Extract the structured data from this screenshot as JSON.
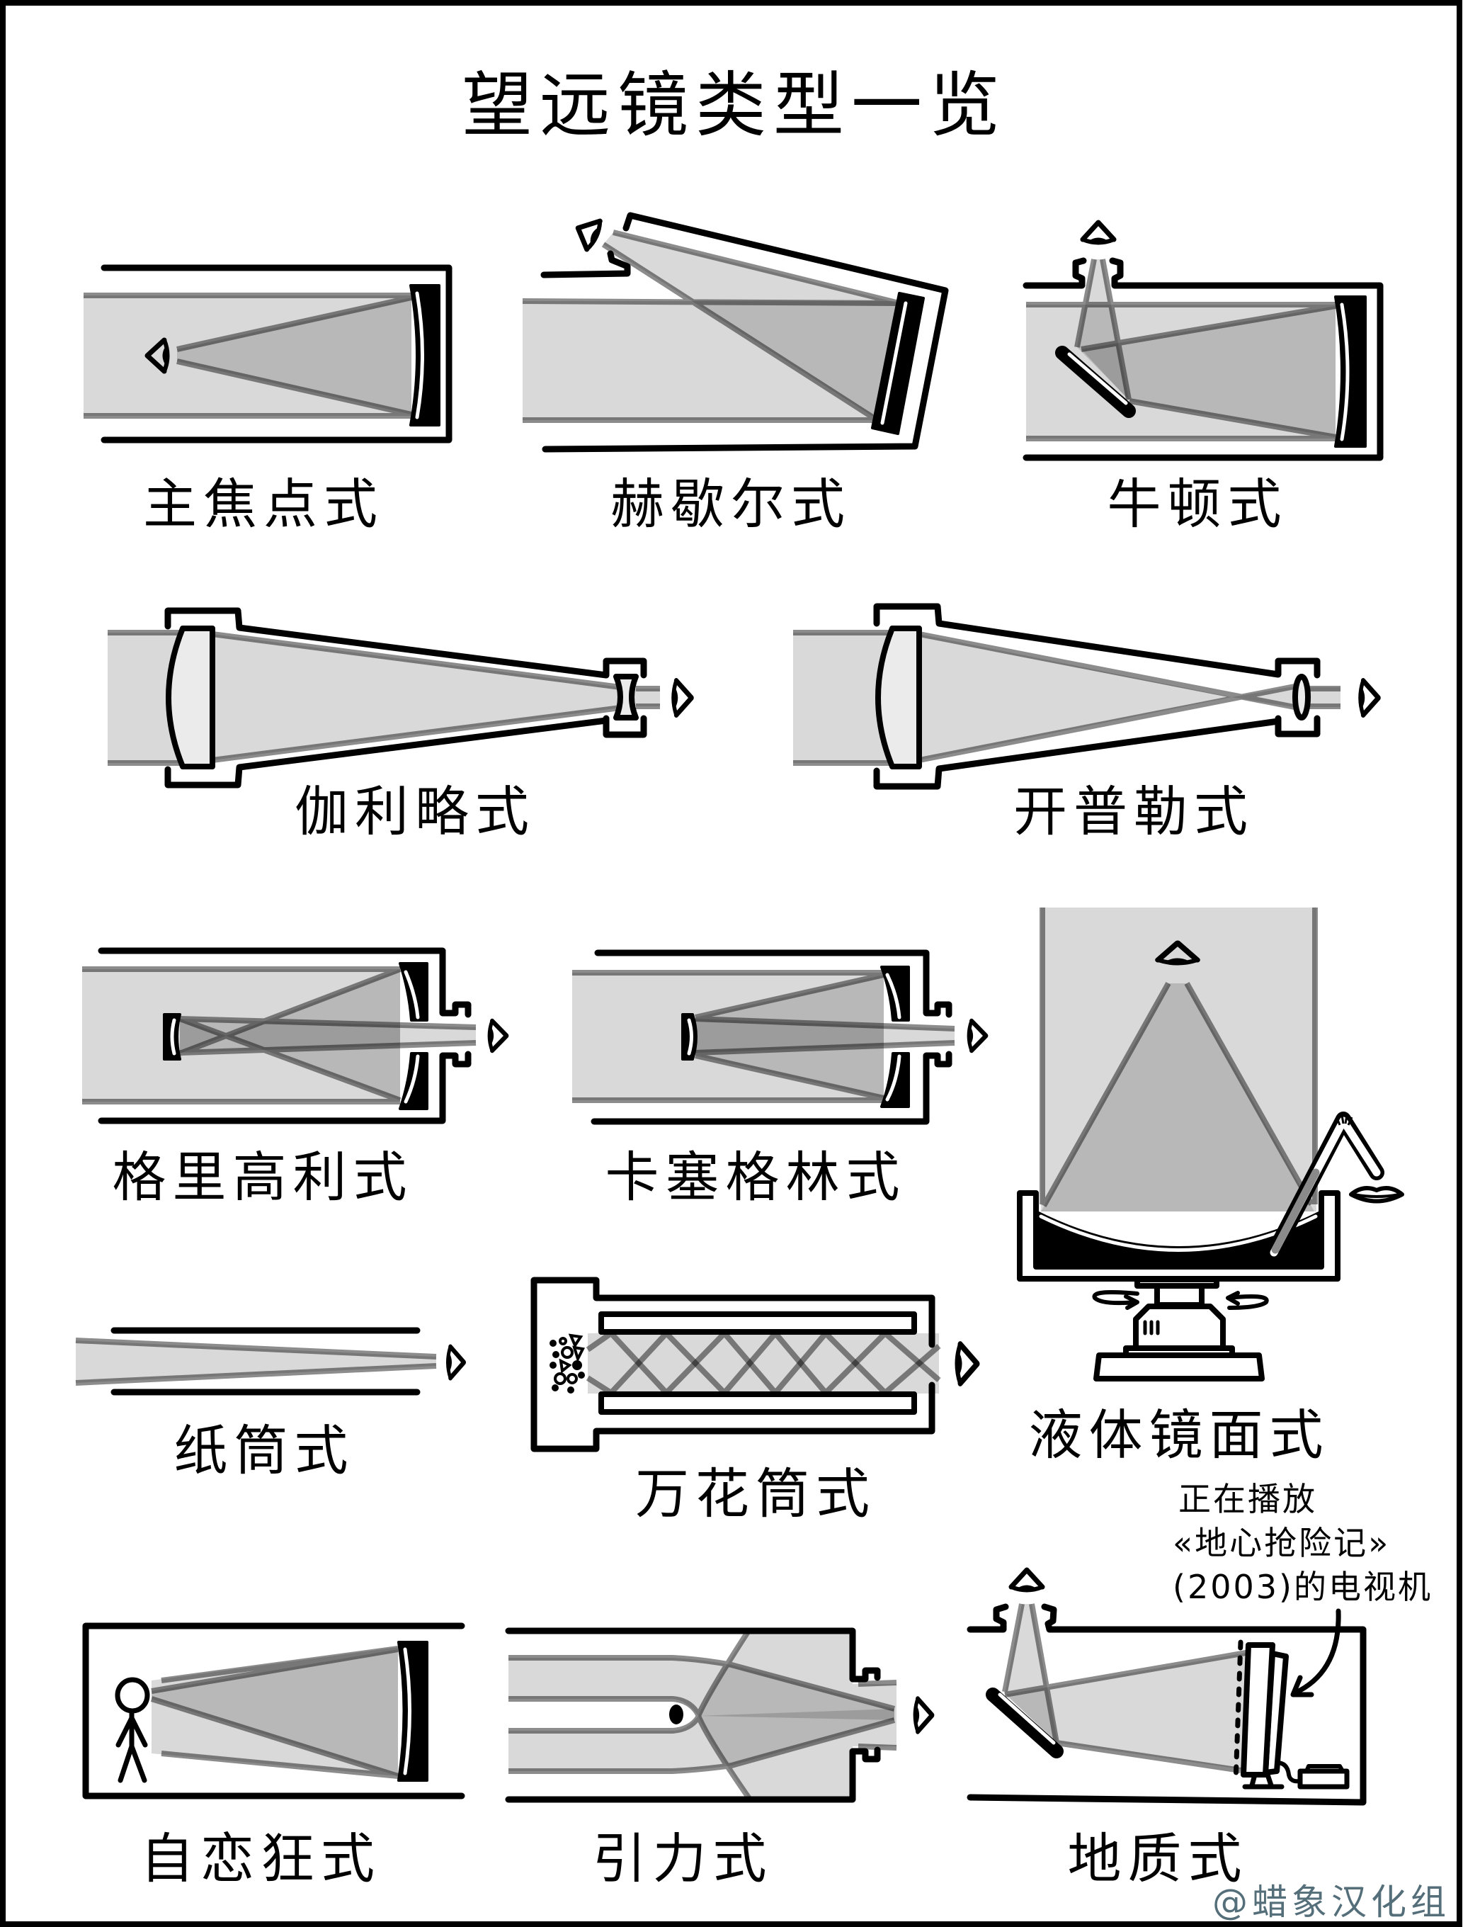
{
  "title": "望远镜类型一览",
  "colors": {
    "ink": "#000000",
    "beam_light": "#d9d9d9",
    "beam_focused": "#b3b3b3",
    "beam_edge": "#6e6e6e",
    "watermark": "#546e7a"
  },
  "telescopes": {
    "prime_focus": {
      "label": "主焦点式"
    },
    "herschelian": {
      "label": "赫歇尔式"
    },
    "newtonian": {
      "label": "牛顿式"
    },
    "galilean": {
      "label": "伽利略式"
    },
    "keplerian": {
      "label": "开普勒式"
    },
    "gregorian": {
      "label": "格里高利式"
    },
    "cassegrain": {
      "label": "卡塞格林式"
    },
    "liquid_mirror": {
      "label": "液体镜面式"
    },
    "paper_tube": {
      "label": "纸筒式"
    },
    "kaleidoscope": {
      "label": "万花筒式"
    },
    "narcissistic": {
      "label": "自恋狂式"
    },
    "gravitational": {
      "label": "引力式"
    },
    "geological": {
      "label": "地质式",
      "annotation": [
        "正在播放",
        "«地心抢险记»",
        "(2003)的电视机"
      ]
    }
  },
  "watermark": "@蜡象汉化组"
}
